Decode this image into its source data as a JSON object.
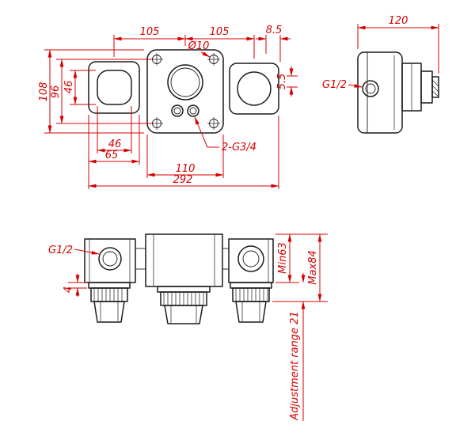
{
  "colors": {
    "dimension": "#d40000",
    "object_line": "#1c1c1c",
    "background": "#ffffff"
  },
  "front_view": {
    "dim_top_left": "105",
    "dim_top_right": "105",
    "dim_offset_right": "8.5",
    "hole_diameter": "Ø10",
    "dim_height_outer": "108",
    "dim_height_mid": "96",
    "dim_square_height": "46",
    "dim_offset_side": "5.5",
    "dim_square_width": "46",
    "dim_escutcheon_width": "65",
    "dim_body_width": "110",
    "thread_label": "2-G3/4",
    "dim_overall_width": "292"
  },
  "side_view": {
    "dim_depth": "120",
    "thread_label": "G1/2"
  },
  "bottom_view": {
    "thread_label": "G1/2",
    "dim_flange": "4",
    "dim_min_depth": "Min63",
    "dim_max_depth": "Max84",
    "adjustment_label": "Adjustment range 21"
  }
}
